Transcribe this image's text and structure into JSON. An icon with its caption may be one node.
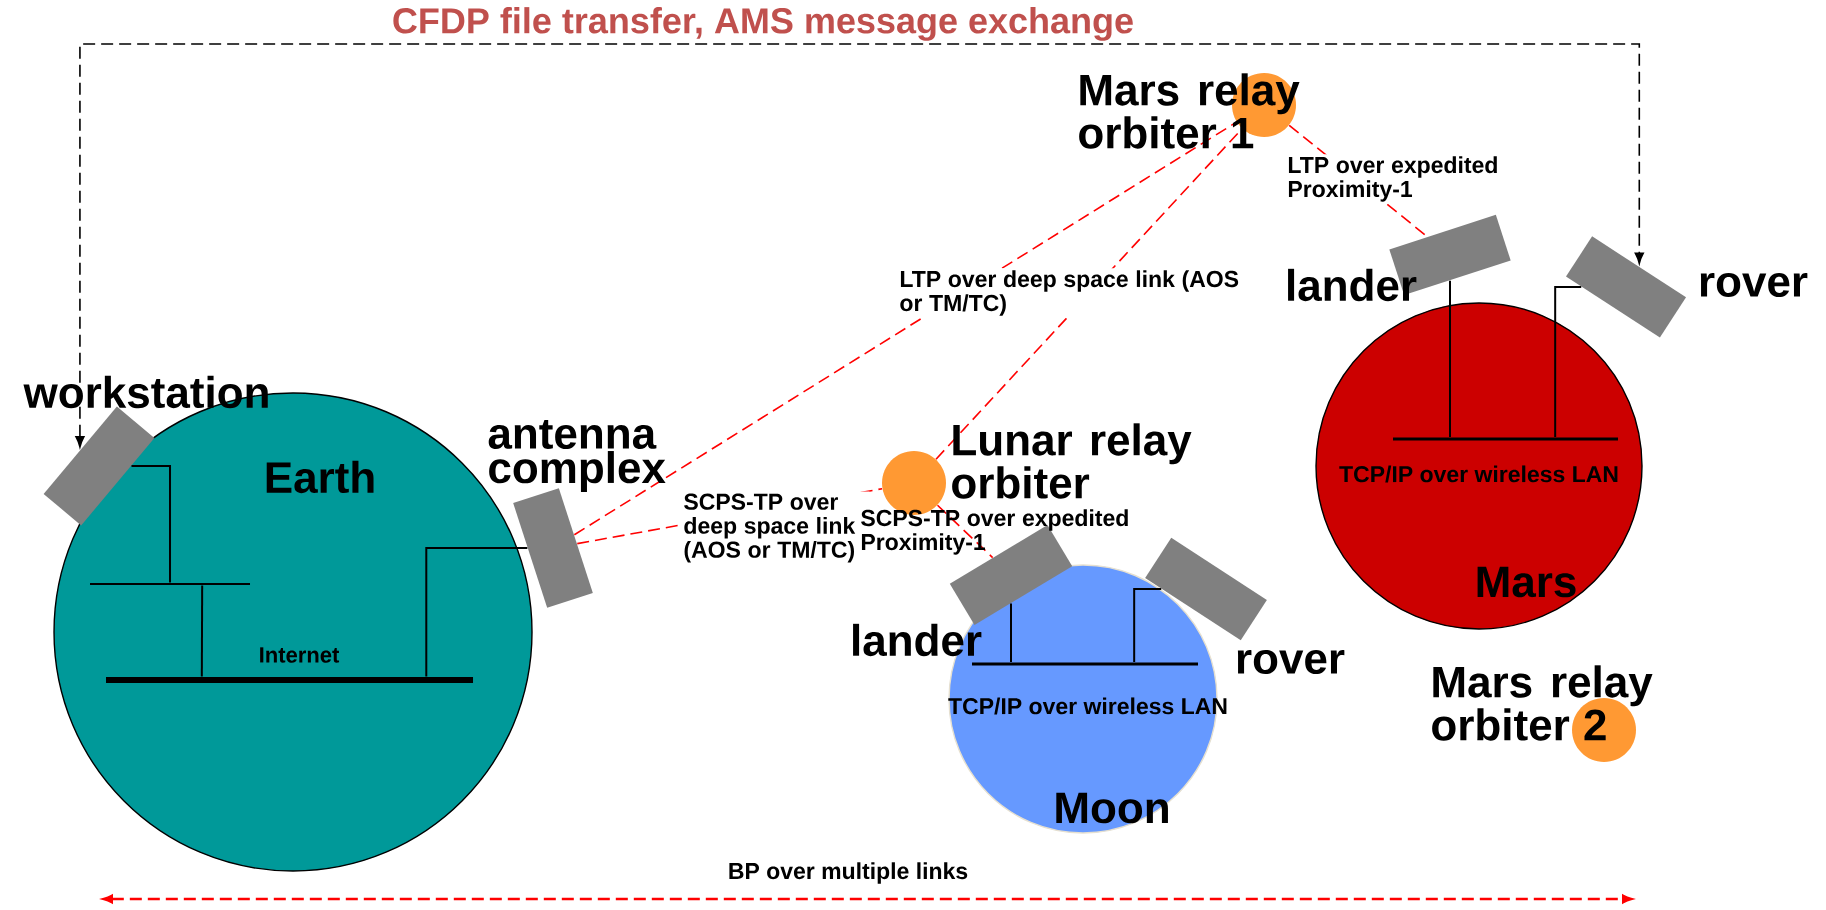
{
  "diagram": {
    "nodes": [
      {
        "text": [
          "Earth"
        ]
      },
      {
        "text": [
          "workstation"
        ]
      },
      {
        "text": [
          "antenna complex"
        ]
      },
      {
        "text": [
          "Lunar relay orbiter"
        ]
      },
      {
        "text": [
          "Mars relay orbiter 1"
        ]
      },
      {
        "text": [
          "Moon"
        ]
      },
      {
        "text": [
          "lander"
        ]
      },
      {
        "text": [
          "rover"
        ]
      },
      {
        "text": [
          "Mars"
        ]
      },
      {
        "text": [
          "lander"
        ]
      },
      {
        "text": [
          "rover"
        ]
      },
      {
        "text": [
          "Mars relay orbiter 2"
        ]
      },
      {
        "text": [],
        "shape": "bar",
        "in": 0
      },
      {
        "text": [],
        "shape": "bar",
        "in": 0,
        "beside": [
          "Internet"
        ]
      },
      {
        "text": [],
        "shape": "bar",
        "in": 5,
        "beside": [
          "TCP/IP over wireless LAN"
        ]
      },
      {
        "text": [],
        "shape": "bar",
        "in": 8,
        "beside": [
          "TCP/IP over wireless LAN"
        ]
      }
    ],
    "edges": [
      {
        "from": 1,
        "to": 10,
        "arrow": "both",
        "label": "CFDP file transfer, AMS message exchange",
        "style": "dashed"
      },
      {
        "from": 2,
        "to": 4,
        "arrow": "none",
        "label": "LTP over deep space link (AOS or TM/TC)",
        "style": "dashed",
        "color": "#ff0000"
      },
      {
        "from": 2,
        "to": 3,
        "arrow": "none",
        "label": "SCPS-TP over deep space link (AOS or TM/TC)",
        "style": "dashed",
        "color": "#ff0000"
      },
      {
        "from": 3,
        "to": 4,
        "arrow": "none",
        "style": "dashed",
        "color": "#ff0000"
      },
      {
        "from": 3,
        "to": 6,
        "arrow": "none",
        "label": "SCPS-TP over expedited Proximity-1",
        "style": "dashed",
        "color": "#ff0000"
      },
      {
        "from": 4,
        "to": 9,
        "arrow": "none",
        "label": "LTP over expedited Proximity-1",
        "style": "dashed",
        "color": "#ff0000"
      },
      {
        "from": 1,
        "to": 12,
        "arrow": "none"
      },
      {
        "from": 12,
        "to": 13,
        "arrow": "none"
      },
      {
        "from": 13,
        "to": 2,
        "arrow": "none"
      },
      {
        "from": 6,
        "to": 14,
        "arrow": "none"
      },
      {
        "from": 14,
        "to": 7,
        "arrow": "none"
      },
      {
        "from": 9,
        "to": 15,
        "arrow": "none"
      },
      {
        "from": 15,
        "to": 10,
        "arrow": "none"
      }
    ],
    "labels": [
      "BP over multiple links"
    ]
  }
}
